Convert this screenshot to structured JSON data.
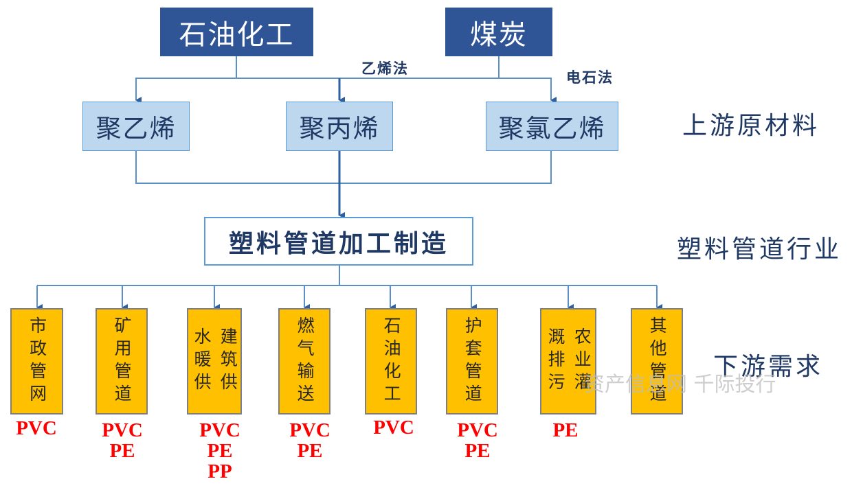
{
  "sources": [
    "石油化工",
    "煤炭"
  ],
  "methods": [
    "乙烯法",
    "电石法"
  ],
  "materials": [
    "聚乙烯",
    "聚丙烯",
    "聚氯乙烯"
  ],
  "manufacturing": "塑料管道加工制造",
  "levels": [
    "上游原材料",
    "塑料管道行业",
    "下游需求"
  ],
  "demands": [
    {
      "columns": [
        "市政管网"
      ],
      "materials": [
        "PVC"
      ]
    },
    {
      "columns": [
        "矿用管道"
      ],
      "materials": [
        "PVC",
        "PE"
      ]
    },
    {
      "columns": [
        "建筑供",
        "水暖供"
      ],
      "materials": [
        "PVC",
        "PE",
        "PP"
      ]
    },
    {
      "columns": [
        "燃气输送"
      ],
      "materials": [
        "PVC",
        "PE"
      ]
    },
    {
      "columns": [
        "石油化工"
      ],
      "materials": [
        "PVC"
      ]
    },
    {
      "columns": [
        "护套管道"
      ],
      "materials": [
        "PVC",
        "PE"
      ]
    },
    {
      "columns": [
        "农业灌",
        "溉排污"
      ],
      "materials": [
        "PE"
      ]
    },
    {
      "columns": [
        "其他管道"
      ],
      "materials": []
    }
  ],
  "watermark": "资产信息网 千际投行",
  "colors": {
    "source_fill": "#2f5597",
    "material_fill": "#bdd7ee",
    "demand_fill": "#ffc000",
    "material_code": "#ff0000",
    "connector": "#5b8fc7"
  }
}
